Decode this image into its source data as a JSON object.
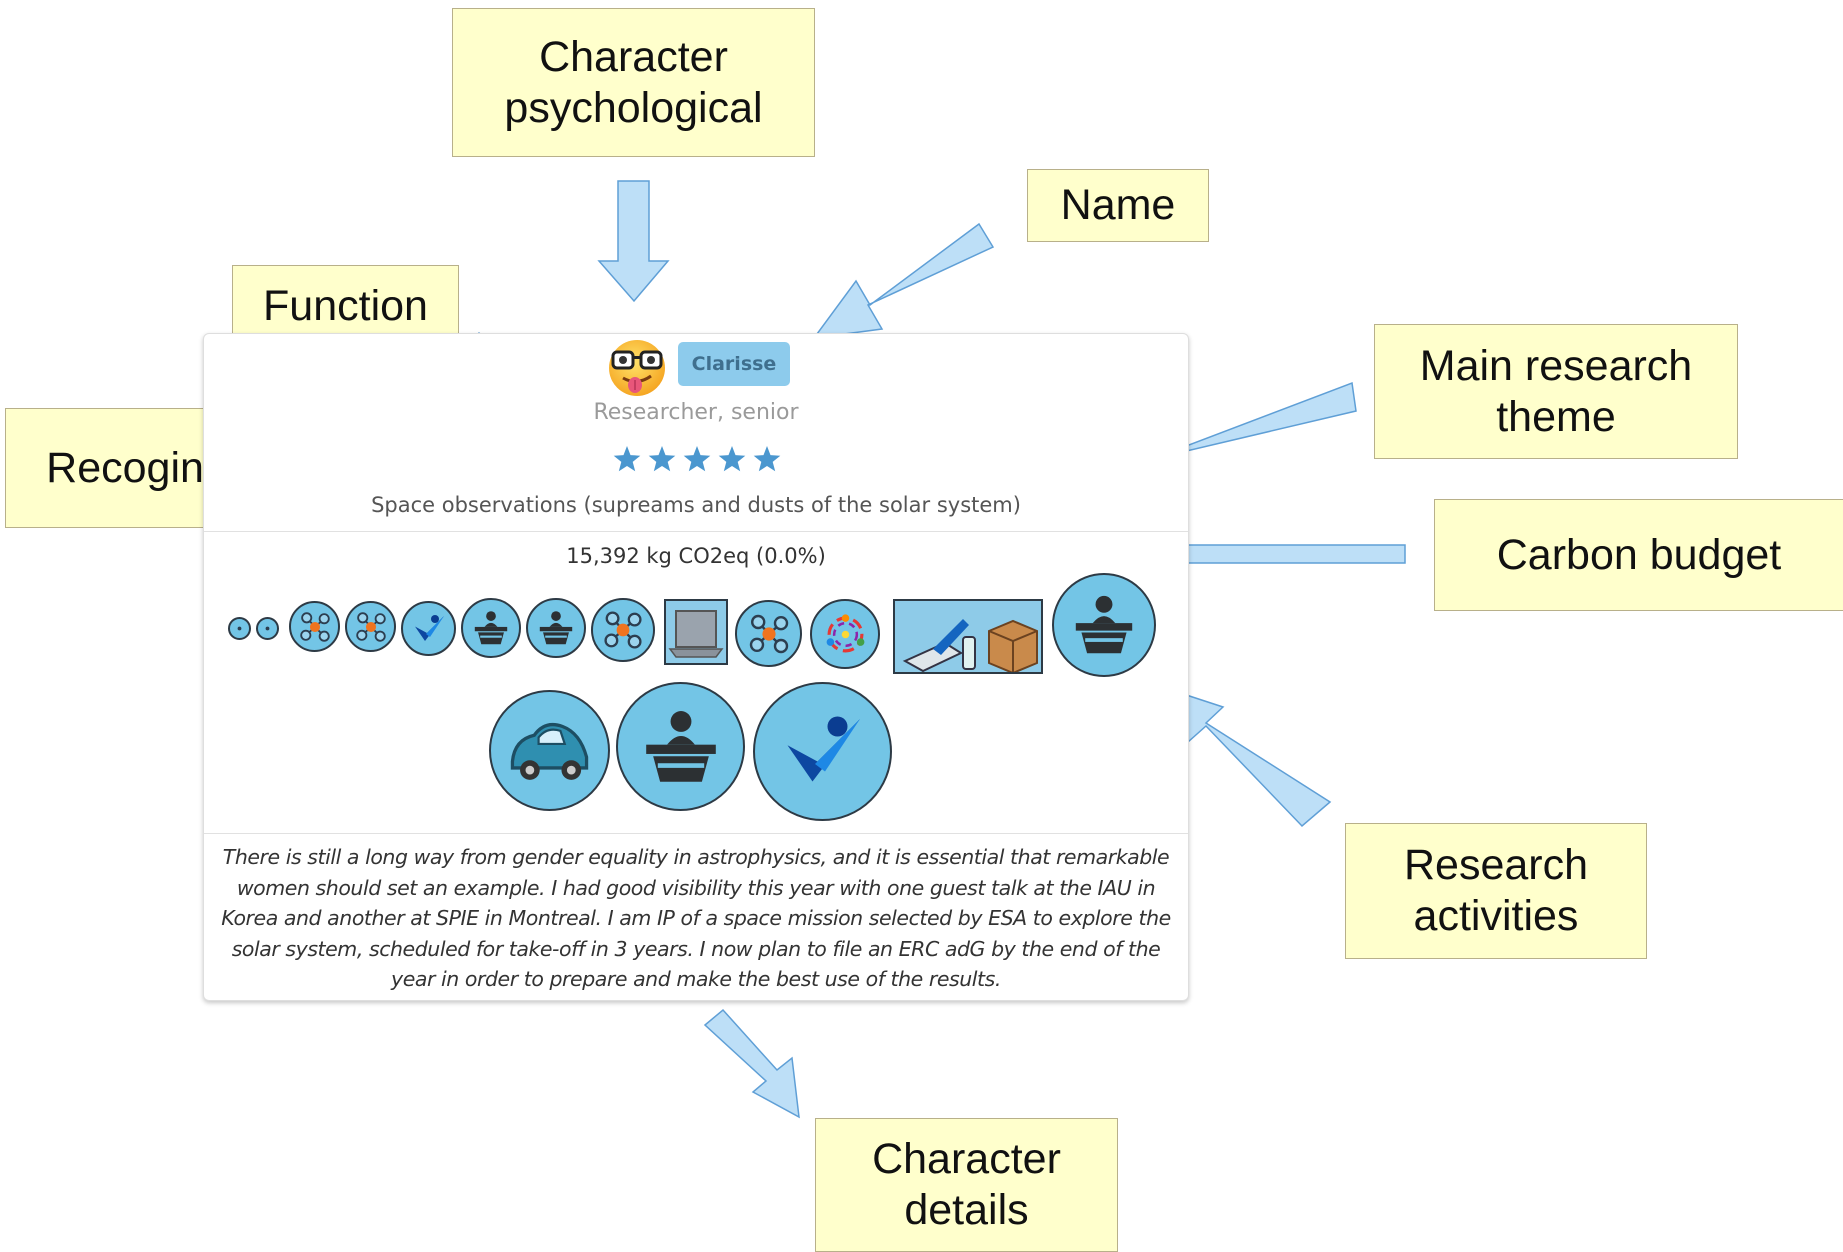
{
  "callouts": {
    "character_psychological": "Character\npsychological",
    "name": "Name",
    "function": "Function",
    "recognition": "Recoginition",
    "main_research_theme": "Main research\ntheme",
    "carbon_budget": "Carbon budget",
    "research_activities": "Research\nactivities",
    "character_details": "Character\ndetails"
  },
  "card": {
    "avatar_icon": "nerd-face-emoji-icon",
    "name": "Clarisse",
    "function": "Researcher, senior",
    "recognition_stars": 5,
    "main_theme": "Space observations (supreams and dusts of the solar system)",
    "carbon_budget": "15,392 kg CO2eq (0.0%)",
    "activities": [
      "badge-dot-icon",
      "badge-dot-icon",
      "molecule-icon",
      "molecule-icon",
      "checkmark-person-icon",
      "speaker-podium-icon",
      "speaker-podium-icon",
      "molecule-icon",
      "laptop-icon",
      "molecule-icon",
      "team-circle-icon",
      "lab-supplies-icon",
      "speaker-podium-icon",
      "car-icon",
      "speaker-podium-icon",
      "checkmark-person-icon"
    ],
    "details": "There is still a long way from gender equality in astrophysics, and it is essential that remarkable women should set an example. I had good visibility this year with one guest talk at the IAU in Korea and another at SPIE in Montreal. I am IP of a space mission selected by ESA to explore the solar system, scheduled for take-off in 3 years. I now plan to file an ERC adG by the end of the year in order to prepare and make the best use of the results."
  },
  "colors": {
    "callout_fill": "#ffffcc",
    "arrow_fill": "#bddff7",
    "arrow_stroke": "#5f9fd6",
    "name_badge": "#8dcbec",
    "activity_fill": "#73c5e6",
    "star": "#4b97cf"
  }
}
